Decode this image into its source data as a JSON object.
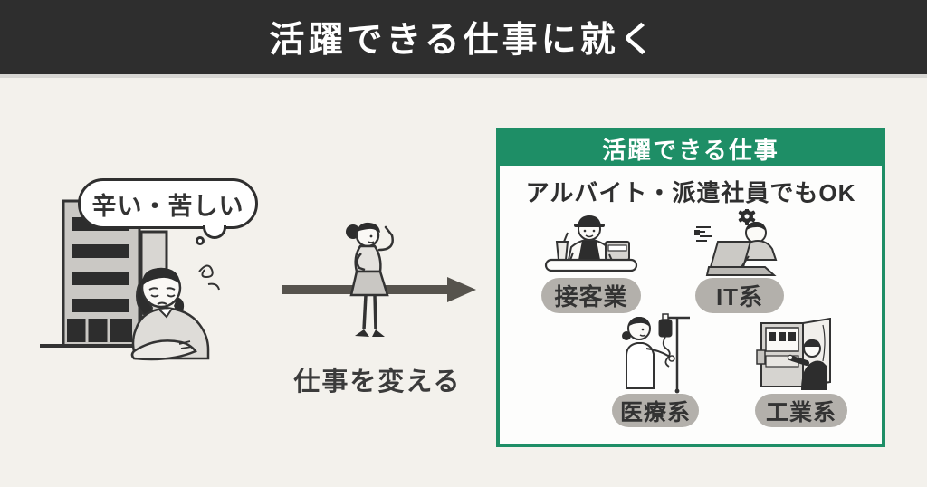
{
  "header": {
    "title": "活躍できる仕事に就く"
  },
  "left": {
    "bubble_text": "辛い・苦しい"
  },
  "middle": {
    "label": "仕事を変える"
  },
  "panel": {
    "title": "活躍できる仕事",
    "subtitle": "アルバイト・派遣社員でもOK",
    "categories": [
      {
        "label": "接客業",
        "icon": "cashier-illustration"
      },
      {
        "label": "IT系",
        "icon": "programmer-illustration"
      },
      {
        "label": "医療系",
        "icon": "nurse-illustration"
      },
      {
        "label": "工業系",
        "icon": "technician-illustration"
      }
    ]
  },
  "colors": {
    "page-bg": "#f3f1ec",
    "header-bg": "#2e2e2e",
    "accent": "#1e8e66",
    "pill-bg": "#b3b0ab",
    "arrow": "#56534d",
    "ink": "#333333",
    "panel-bg": "#fdfdfc"
  },
  "illustrations": {
    "left": [
      "office-building-illustration",
      "stressed-worker-illustration",
      "thought-bubble"
    ],
    "middle": [
      "job-changer-illustration",
      "right-arrow-icon"
    ]
  }
}
